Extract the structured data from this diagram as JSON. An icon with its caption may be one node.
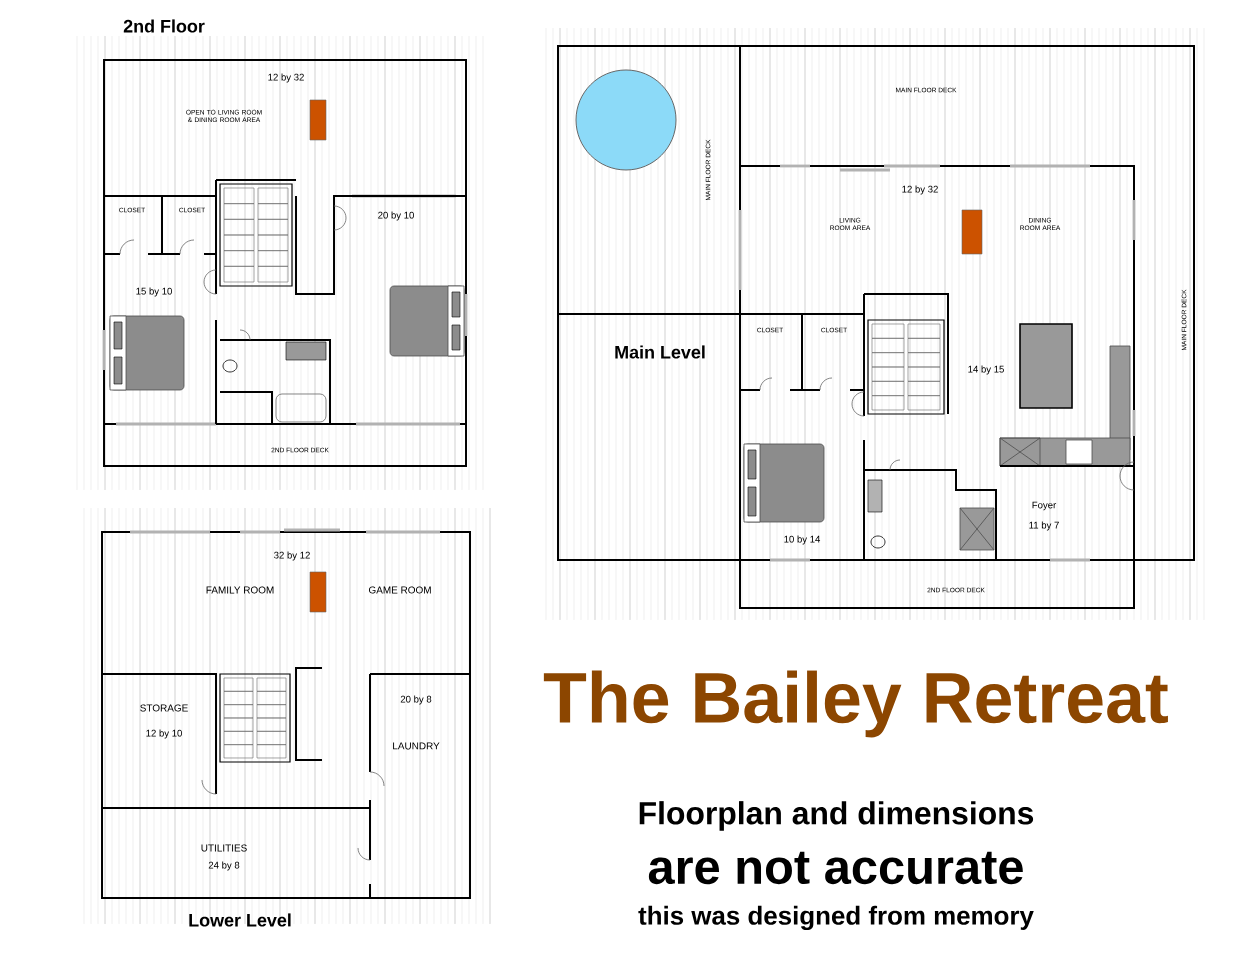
{
  "diagram": {
    "title": "The Bailey Retreat",
    "labels": [
      "2nd Floor",
      "12 by 32",
      "OPEN TO LIVING ROOM & DINING ROOM AREA",
      "CLOSET",
      "CLOSET",
      "20 by 10",
      "15 by 10",
      "2ND FLOOR DECK",
      "MAIN FLOOR DECK",
      "MAIN FLOOR DECK",
      "12 by 32",
      "LIVING ROOM AREA",
      "DINING ROOM AREA",
      "Main Level",
      "CLOSET",
      "CLOSET",
      "14 by 15",
      "MAIN FLOOR DECK",
      "Foyer",
      "11 by 7",
      "10 by 14",
      "2ND FLOOR DECK",
      "32 by 12",
      "FAMILY ROOM",
      "GAME ROOM",
      "STORAGE",
      "12 by 10",
      "20 by 8",
      "LAUNDRY",
      "UTILITIES",
      "24 by 8",
      "Lower Level",
      "Floorplan and dimensions",
      "are not accurate",
      "this was designed from memory"
    ]
  }
}
